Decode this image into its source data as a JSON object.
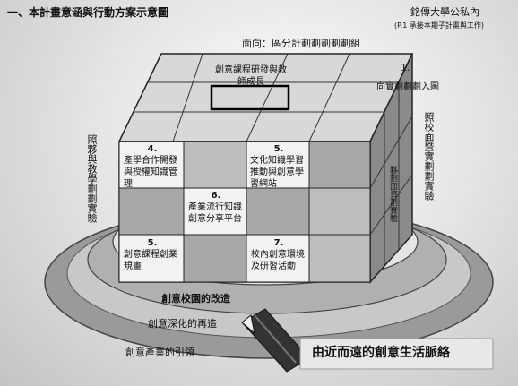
{
  "header": {
    "title": "一、本計畫意涵與行動方案示意圖",
    "logo_name": "銘傳大學公私內",
    "logo_sub": "(P.1 承接本期子計畫與工作)"
  },
  "cube_top_label": "面向：區分計劃劃劃劃劃組",
  "num_1": "1.",
  "right_small_label": "向實劃劃劃入圖",
  "right_outer_label": "照校面暨實劃劃實驗",
  "right_inner_label": "夥劃面資劃實驗",
  "left_outer_label": "照夥與教學劃劃實驗",
  "cells": [
    {
      "num": "",
      "text": "創意課程研發與教師成長"
    },
    {
      "num": "4.",
      "text": "產學合作開發與授權知識管理"
    },
    {
      "num": "5.",
      "text": "文化知識學習推動與創意學習網站"
    },
    {
      "num": "6.",
      "text": "產業流行知識創意分享平台"
    },
    {
      "num": "5.",
      "text": "創意課程創業規畫"
    },
    {
      "num": "7.",
      "text": "校內創意環境及研習活動"
    }
  ],
  "ring_labels": {
    "ring1": "創意校園的改造",
    "ring2": "創意深化的再造",
    "ring3": "創意產業的引領"
  },
  "bottom_caption": "由近而遠的創意生活脈絡"
}
